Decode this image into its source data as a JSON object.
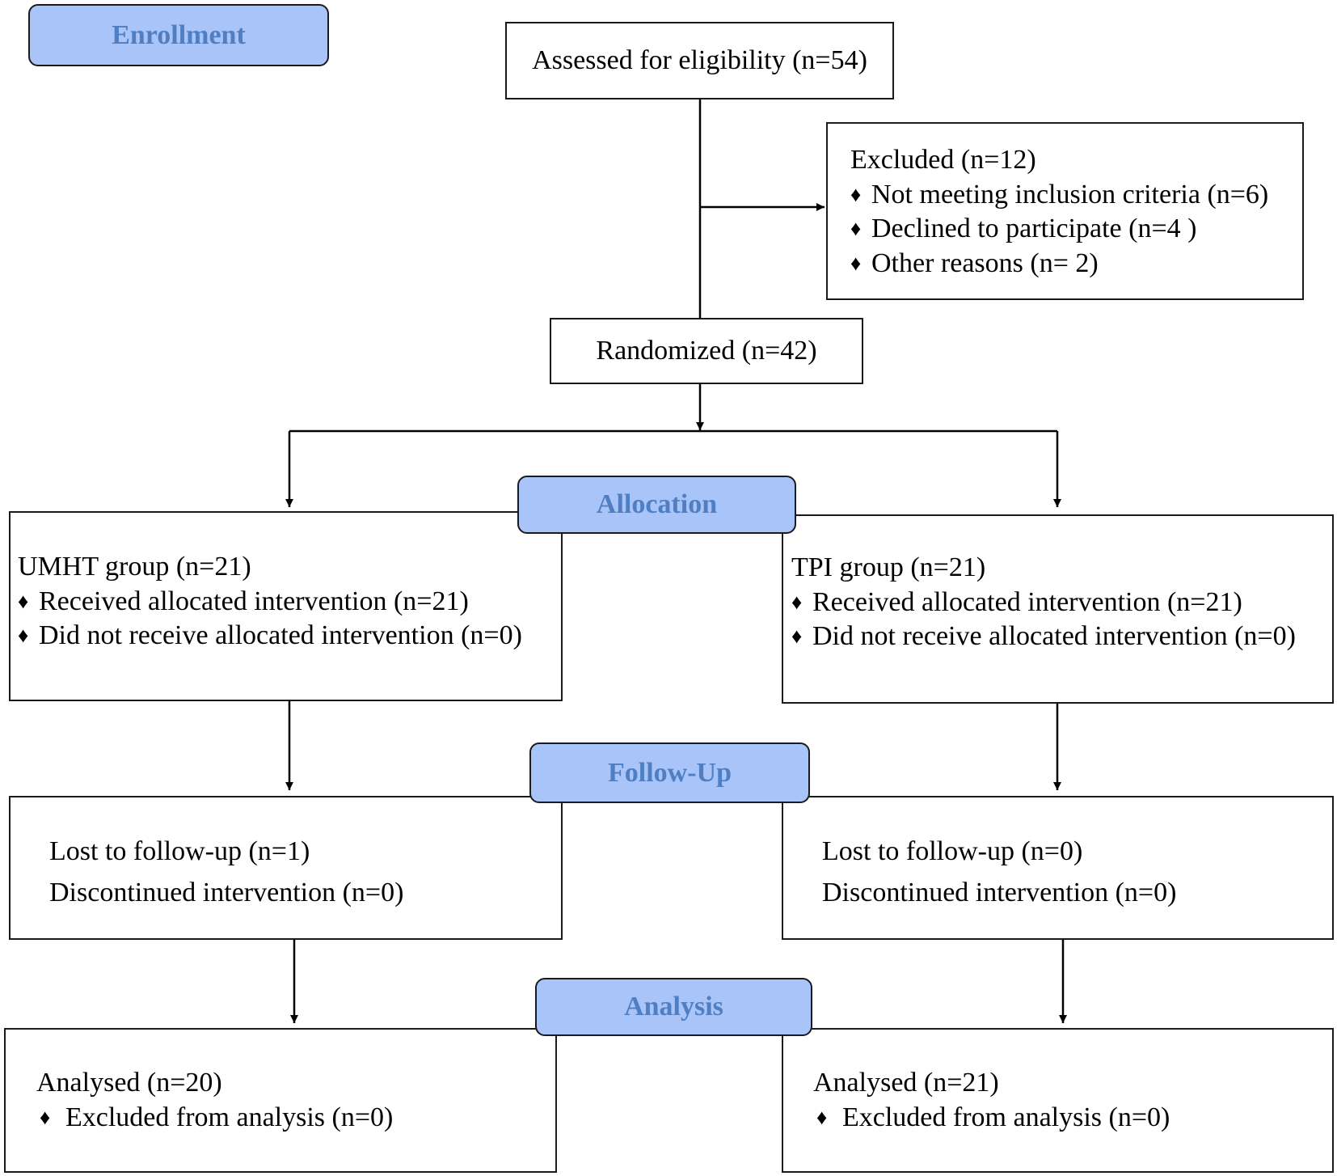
{
  "stages": {
    "enrollment": "Enrollment",
    "allocation": "Allocation",
    "followup": "Follow-Up",
    "analysis": "Analysis"
  },
  "enrollment": {
    "assessed": "Assessed for eligibility (n=54)",
    "excluded": {
      "title": "Excluded (n=12)",
      "reasons": [
        "Not meeting inclusion criteria (n=6)",
        "Declined to participate (n=4 )",
        "Other reasons (n= 2)"
      ]
    },
    "randomized": "Randomized (n=42)"
  },
  "bullet_symbol": "♦",
  "arms": [
    {
      "allocation": {
        "title": "UMHT group (n=21)",
        "items": [
          "Received allocated intervention (n=21)",
          "Did not receive allocated intervention  (n=0)"
        ]
      },
      "followup": [
        "Lost to follow-up (n=1)",
        "Discontinued intervention (n=0)"
      ],
      "analysis": {
        "title": "Analysed (n=20)",
        "items": [
          "Excluded from analysis (n=0)"
        ]
      }
    },
    {
      "allocation": {
        "title": "TPI group (n=21)",
        "items": [
          "Received allocated intervention (n=21)",
          "Did not receive allocated intervention  (n=0)"
        ]
      },
      "followup": [
        "Lost to follow-up (n=0)",
        "Discontinued intervention (n=0)"
      ],
      "analysis": {
        "title": "Analysed (n=21)",
        "items": [
          "Excluded from analysis (n=0)"
        ]
      }
    }
  ]
}
